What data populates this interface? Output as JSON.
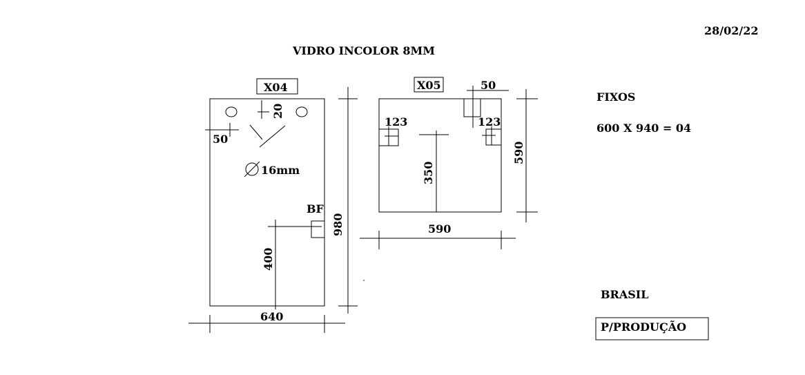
{
  "date": "28/02/22",
  "title": "VIDRO INCOLOR 8MM",
  "panel_x04": {
    "tag": "X04",
    "width": "640",
    "height": "980",
    "dim_20": "20",
    "dim_50": "50",
    "hole_diameter": "16mm",
    "fitting_label": "BF",
    "dim_400": "400"
  },
  "panel_x05": {
    "tag": "X05",
    "dim_50": "50",
    "cutout_left": "123",
    "cutout_right": "123",
    "dim_350": "350",
    "width": "590",
    "height": "590"
  },
  "notes": {
    "fixos_label": "FIXOS",
    "fixos_spec": "600 X 940 = 04",
    "brasil": "BRASIL",
    "production": "P/PRODUÇÃO"
  }
}
